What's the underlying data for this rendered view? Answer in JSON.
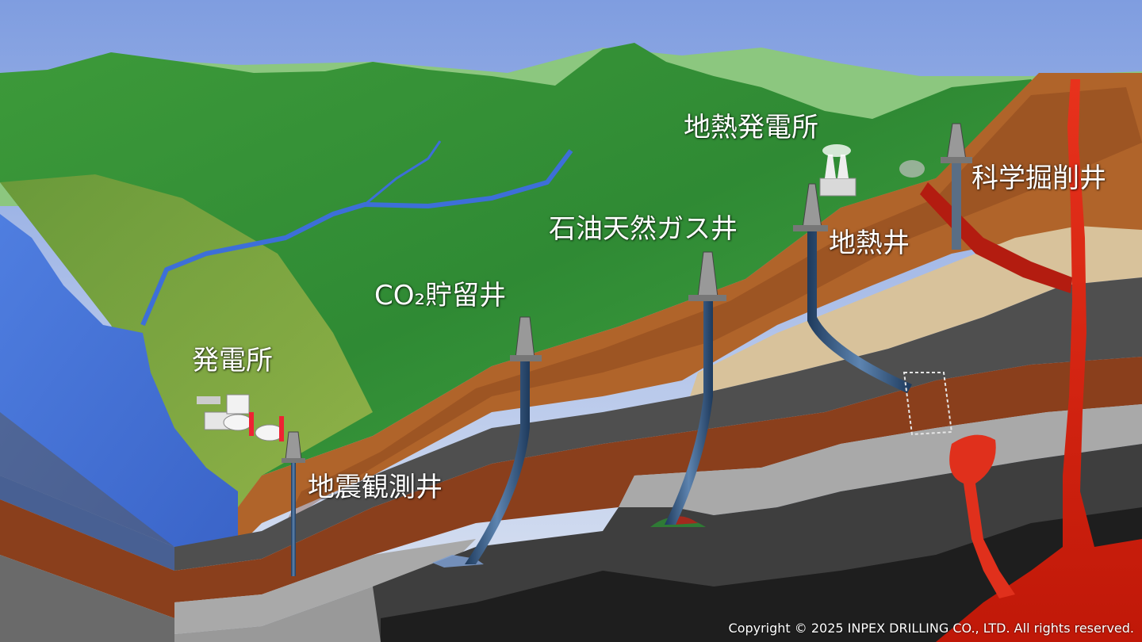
{
  "labels": {
    "power_plant": "発電所",
    "seismic_well": "地震観測井",
    "co2_well": "CO₂貯留井",
    "oil_gas_well": "石油天然ガス井",
    "geothermal_plant": "地熱発電所",
    "geothermal_well": "地熱井",
    "scientific_well": "科学掘削井"
  },
  "copyright": "Copyright © 2025 INPEX DRILLING CO., LTD. All rights reserved.",
  "colors": {
    "sky": "#9bb3e0",
    "mountain": "#3f9a3c",
    "sea": "#4a78d8",
    "magma": "#d8281a",
    "soil": "#b56a2e",
    "sand": "#d9c39c",
    "rock_dark": "#4a4a4a",
    "rock_light": "#a8a8a8"
  }
}
